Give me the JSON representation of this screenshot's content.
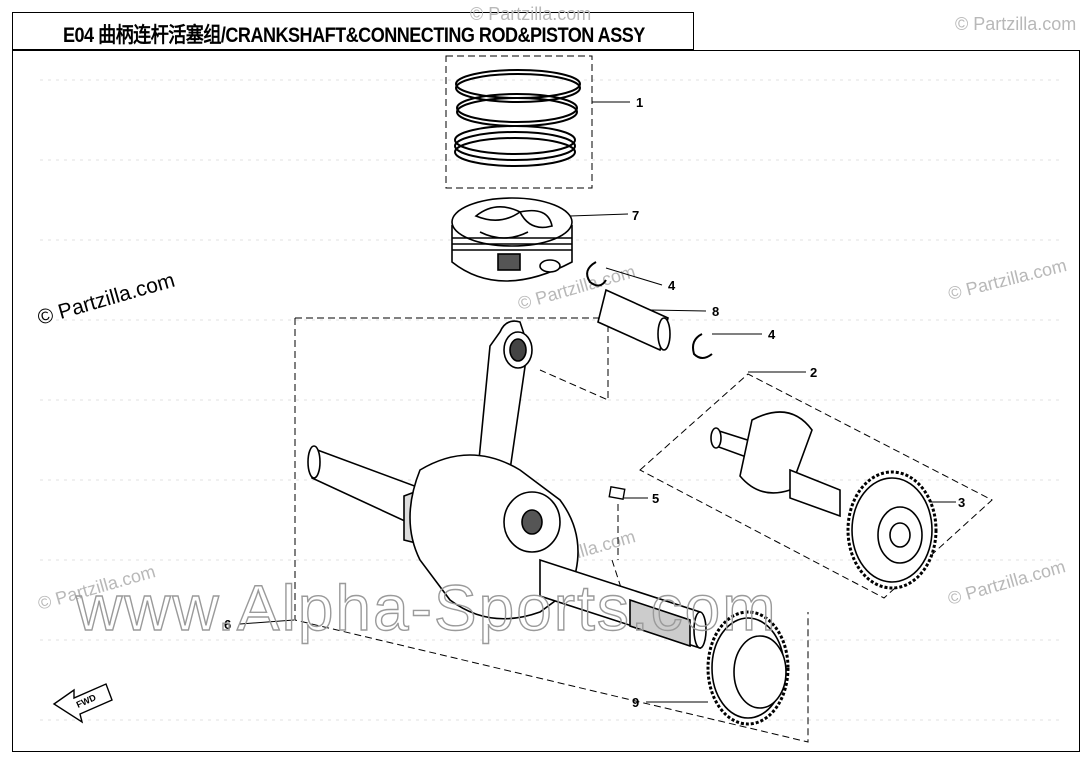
{
  "title": "E04 曲柄连杆活塞组/CRANKSHAFT&CONNECTING ROD&PISTON ASSY",
  "watermark_main": "www.Alpha-Sports.com",
  "watermark_partzilla": "© Partzilla.com",
  "partzilla_logo": "© Partzilla.com",
  "fwd_label": "FWD",
  "callouts": {
    "c1": "1",
    "c2": "2",
    "c3": "3",
    "c4a": "4",
    "c4b": "4",
    "c5": "5",
    "c6": "6",
    "c7": "7",
    "c8": "8",
    "c9": "9"
  }
}
